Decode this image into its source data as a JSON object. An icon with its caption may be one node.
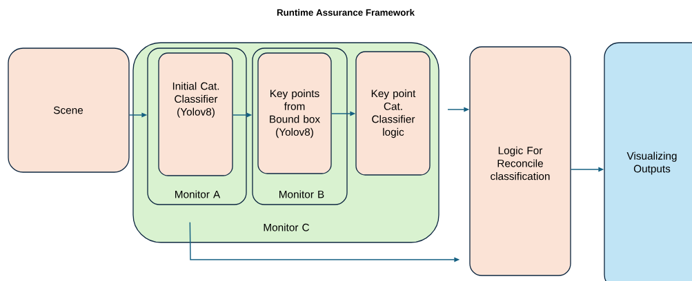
{
  "diagram": {
    "title": "Runtime Assurance Framework",
    "nodes": [
      {
        "text": [
          "Scene"
        ]
      },
      {
        "text": [
          "Monitor C"
        ]
      },
      {
        "text": [
          "Monitor A"
        ],
        "in": 1
      },
      {
        "text": [
          "Initial Cat. Classifier (Yolov8)"
        ],
        "in": 2
      },
      {
        "text": [
          "Monitor B"
        ],
        "in": 1
      },
      {
        "text": [
          "Key points from Bound box (Yolov8)"
        ],
        "in": 4
      },
      {
        "text": [
          "Key point Cat. Classifier logic"
        ],
        "in": 1
      },
      {
        "text": [
          "Logic For Reconcile classification"
        ]
      },
      {
        "text": [
          "Visualizing Outputs"
        ]
      }
    ],
    "edges": [
      {
        "from": 0,
        "to": 2,
        "arrow": "to"
      },
      {
        "from": 3,
        "to": 4,
        "arrow": "to"
      },
      {
        "from": 5,
        "to": 6,
        "arrow": "to"
      },
      {
        "from": null,
        "to": 7,
        "arrow": "to"
      },
      {
        "from": 7,
        "to": 8,
        "arrow": "to"
      },
      {
        "from": 1,
        "to": 7,
        "arrow": "to"
      }
    ]
  }
}
